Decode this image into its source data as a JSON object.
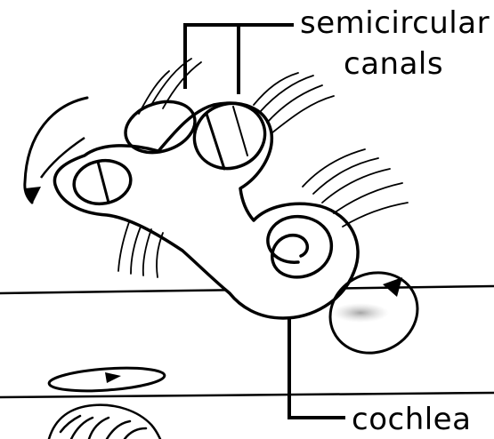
{
  "labels": {
    "semicircular_canals": {
      "line1": "semicircular",
      "line2": "canals"
    },
    "cochlea": "cochlea"
  },
  "colors": {
    "ink": "#000000",
    "background": "#ffffff",
    "shadow": "#b5b5b5"
  }
}
